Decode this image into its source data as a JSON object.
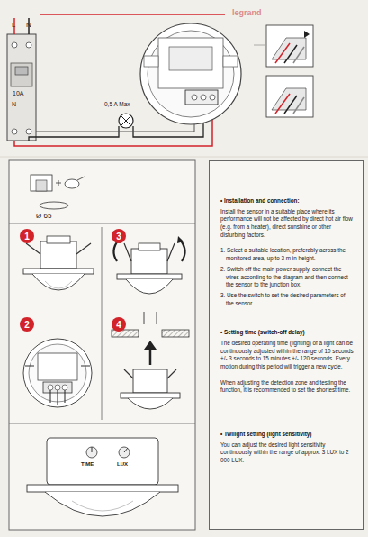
{
  "diagram": {
    "nodes": [
      {
        "text": [
          "1"
        ]
      },
      {
        "text": [
          "2"
        ]
      },
      {
        "text": [
          "3"
        ]
      },
      {
        "text": [
          "4"
        ]
      },
      {
        "text": [
          "• Installation and connection:",
          "Install the sensor in a suitable place where its performance will not be affected by direct hot air flow (e.g. from a heater), direct sunshine or other disturbing factors.",
          "1. Select a suitable location, preferably across the monitored area, up to 3 m in height.",
          "2. Switch off the main power supply, connect the wires according to the diagram and then connect the sensor to the junction box.",
          "3. Use the switch to set the desired parameters of the sensor.",
          "• Setting time (switch-off delay)",
          "The desired operating time (lighting) of a light can be continuously adjusted within the range of 10 seconds +/- 3 seconds to 15 minutes +/- 120 seconds. Every motion during this period will trigger a new cycle.",
          "When adjusting the detection zone and testing the function, it is recommended to set the shortest time.",
          "• Twilight setting (light sensitivity)",
          "You can adjust the desired light sensitivity continuously within the range of approx. 3 LUX to 2 000 LUX."
        ]
      }
    ],
    "labels": [
      "legrand",
      "L",
      "N",
      "10A",
      "N",
      "0,5 A Max",
      "Ø 65",
      "TIME",
      "LUX"
    ]
  }
}
